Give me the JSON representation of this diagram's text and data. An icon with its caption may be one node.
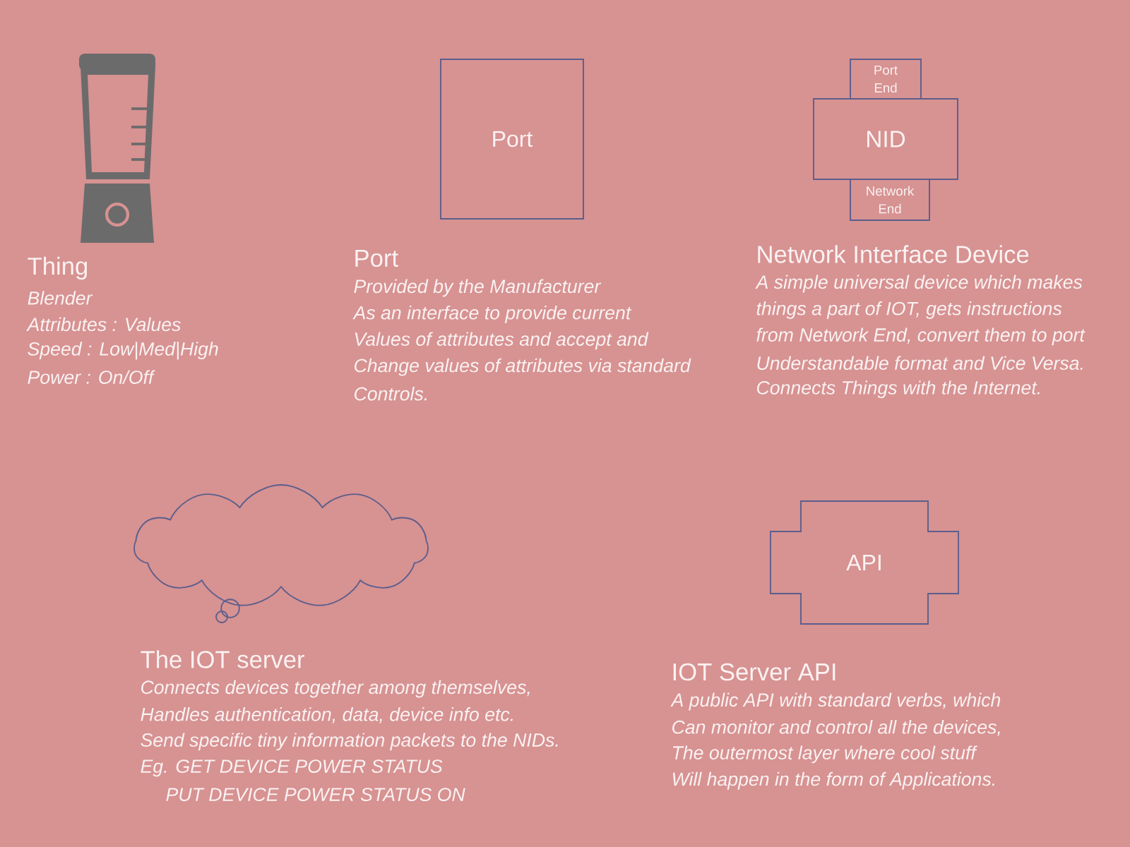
{
  "diagram": {
    "nodes": [
      {
        "text": [],
        "shape": "picture",
        "beside": [
          "Thing",
          "Blender",
          "Attributes : Values",
          "Speed : Low|Med|High",
          "Power : On/Off"
        ]
      },
      {
        "text": [
          "Port"
        ],
        "beside": [
          "Port",
          "Provided by the Manufacturer",
          "As an interface to provide current",
          "Values of attributes and accept and",
          "Change values of attributes via standard",
          "Controls."
        ]
      },
      {
        "text": [
          "NID"
        ],
        "beside": [
          "Network Interface Device",
          "A simple universal device which makes",
          "things a part of IOT, gets instructions",
          "from Network End, convert them to port",
          "Understandable format and Vice Versa.",
          "Connects Things with the Internet."
        ]
      },
      {
        "text": [
          "Port End"
        ]
      },
      {
        "text": [
          "Network End"
        ]
      },
      {
        "text": [],
        "shape": "cloud",
        "beside": [
          "The IOT server",
          "Connects devices together among themselves,",
          "Handles authentication, data, device info etc.",
          "Send specific tiny information packets to the NIDs.",
          "Eg. GET DEVICE POWER STATUS",
          "PUT DEVICE POWER STATUS ON"
        ]
      },
      {
        "text": [
          "API"
        ],
        "beside": [
          "IOT Server API",
          "A public API with standard verbs, which",
          "Can monitor and control all the devices,",
          "The outermost layer where cool stuff",
          "Will happen in the form of Applications."
        ]
      }
    ]
  }
}
